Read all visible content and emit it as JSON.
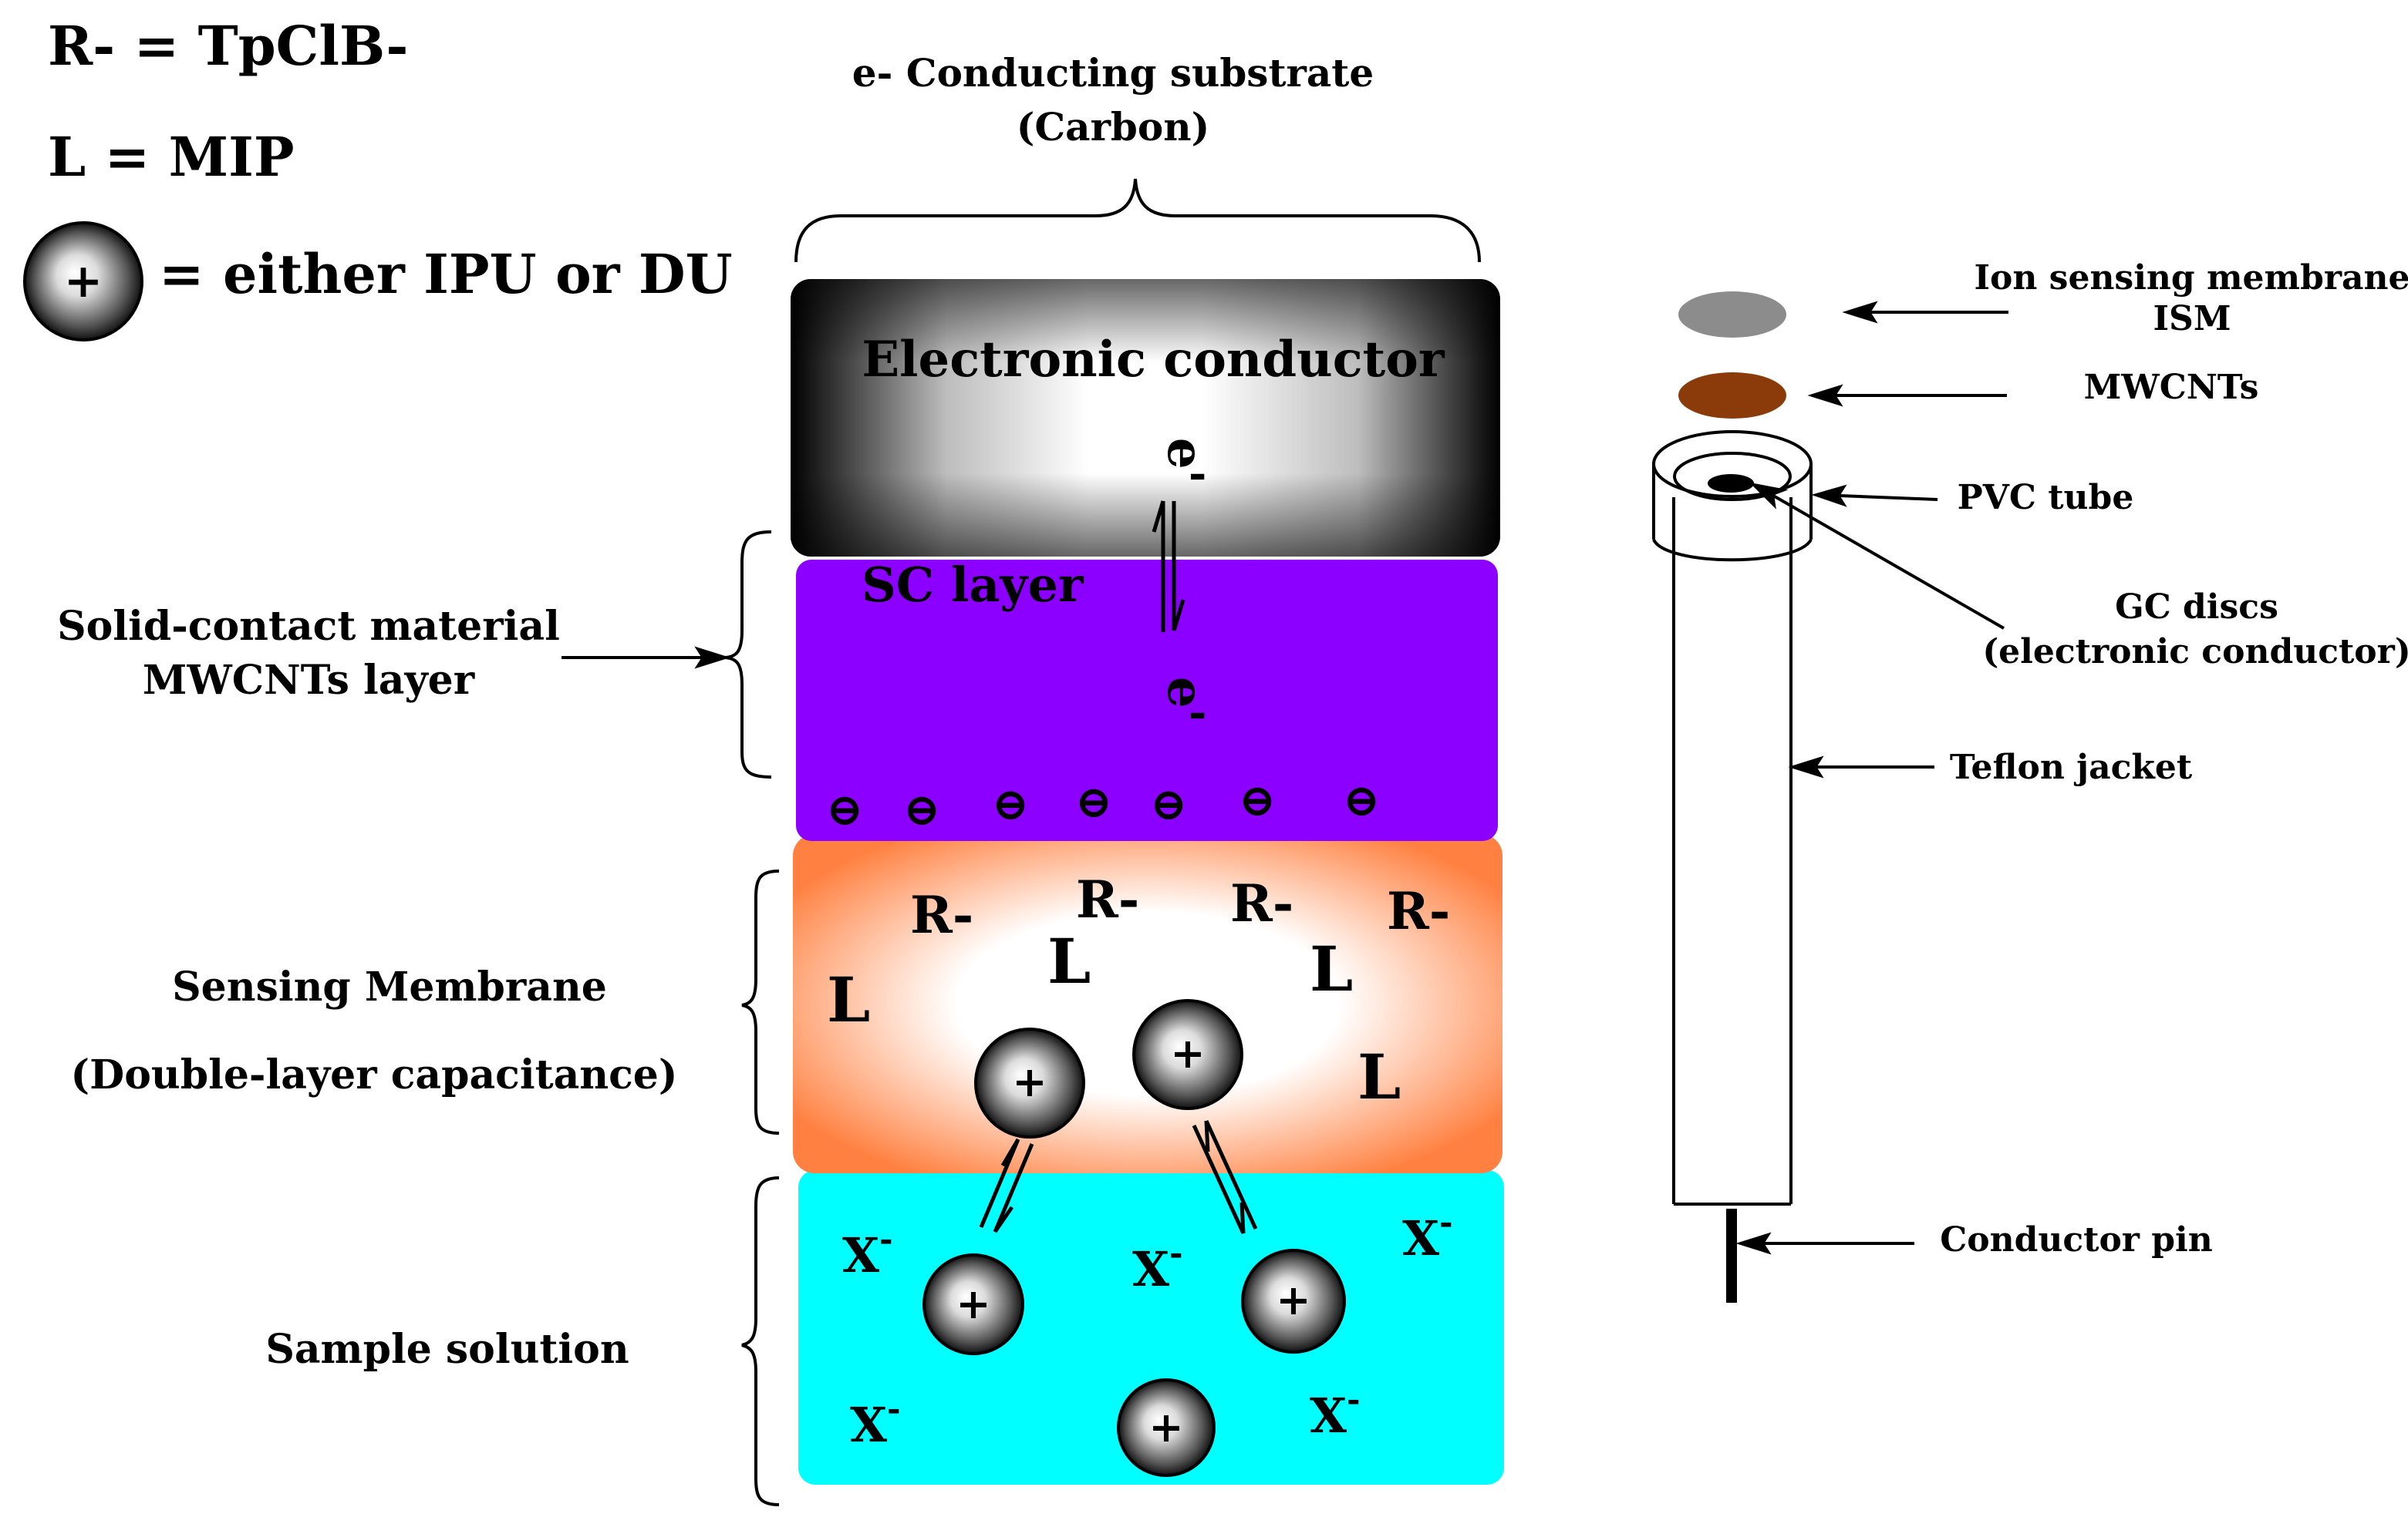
{
  "legend": {
    "r_def": "R- = TpClB-",
    "l_def": "L = MIP",
    "ion_def": "= either IPU or DU",
    "ion_symbol": "+"
  },
  "substrate": {
    "line1": "e- Conducting substrate",
    "line2": "(Carbon)"
  },
  "layers": {
    "electronic": {
      "label": "Electronic conductor",
      "electron": "e'"
    },
    "sc": {
      "label": "SC layer",
      "electron": "e'",
      "negative_symbol": "⊖"
    },
    "sensing": {
      "r_label": "R-",
      "l_label": "L",
      "ion_symbol": "+"
    },
    "sample": {
      "x_label": "X",
      "x_charge": "-",
      "ion_symbol": "+"
    }
  },
  "side_labels": {
    "solid_contact_line1": "Solid-contact material",
    "solid_contact_line2": "MWCNTs layer",
    "sensing_line1": "Sensing Membrane",
    "sensing_line2": "(Double-layer capacitance)",
    "sample": "Sample solution"
  },
  "electrode": {
    "ism_line1": "Ion sensing membrane",
    "ism_line2": "ISM",
    "mwcnts": "MWCNTs",
    "pvc": "PVC tube",
    "gc_line1": "GC discs",
    "gc_line2": "(electronic conductor)",
    "teflon": "Teflon jacket",
    "pin": "Conductor pin"
  },
  "colors": {
    "sc_layer": "#8B00FF",
    "sensing_edge": "#FF8040",
    "sample_solution": "#00FFFF",
    "ism_disc": "#8C8C8C",
    "mwcnt_disc": "#8B3A0A"
  }
}
